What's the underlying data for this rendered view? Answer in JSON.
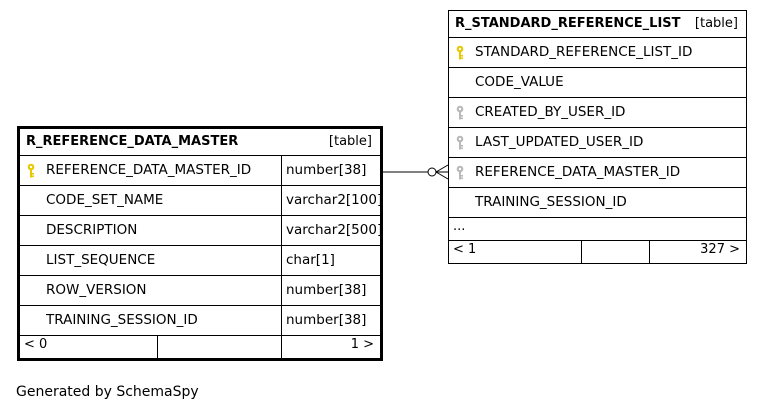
{
  "colors": {
    "primary_key": "#e8c800",
    "foreign_key": "#b8b8b8",
    "line": "#000000"
  },
  "ref_table": {
    "name": "R_STANDARD_REFERENCE_LIST",
    "kind": "[table]",
    "columns": [
      {
        "name": "STANDARD_REFERENCE_LIST_ID",
        "key": "primary-key-icon"
      },
      {
        "name": "CODE_VALUE",
        "key": ""
      },
      {
        "name": "CREATED_BY_USER_ID",
        "key": "foreign-key-icon"
      },
      {
        "name": "LAST_UPDATED_USER_ID",
        "key": "foreign-key-icon"
      },
      {
        "name": "REFERENCE_DATA_MASTER_ID",
        "key": "foreign-key-icon"
      },
      {
        "name": "TRAINING_SESSION_ID",
        "key": ""
      }
    ],
    "more": "...",
    "footer": {
      "left": "< 1",
      "right": "327 >"
    }
  },
  "main_table": {
    "name": "R_REFERENCE_DATA_MASTER",
    "kind": "[table]",
    "columns": [
      {
        "name": "REFERENCE_DATA_MASTER_ID",
        "type": "number[38]",
        "key": "primary-key-icon"
      },
      {
        "name": "CODE_SET_NAME",
        "type": "varchar2[100]",
        "key": ""
      },
      {
        "name": "DESCRIPTION",
        "type": "varchar2[500]",
        "key": ""
      },
      {
        "name": "LIST_SEQUENCE",
        "type": "char[1]",
        "key": ""
      },
      {
        "name": "ROW_VERSION",
        "type": "number[38]",
        "key": ""
      },
      {
        "name": "TRAINING_SESSION_ID",
        "type": "number[38]",
        "key": ""
      }
    ],
    "footer": {
      "left": "< 0",
      "right": "1 >"
    }
  },
  "caption": "Generated by SchemaSpy"
}
